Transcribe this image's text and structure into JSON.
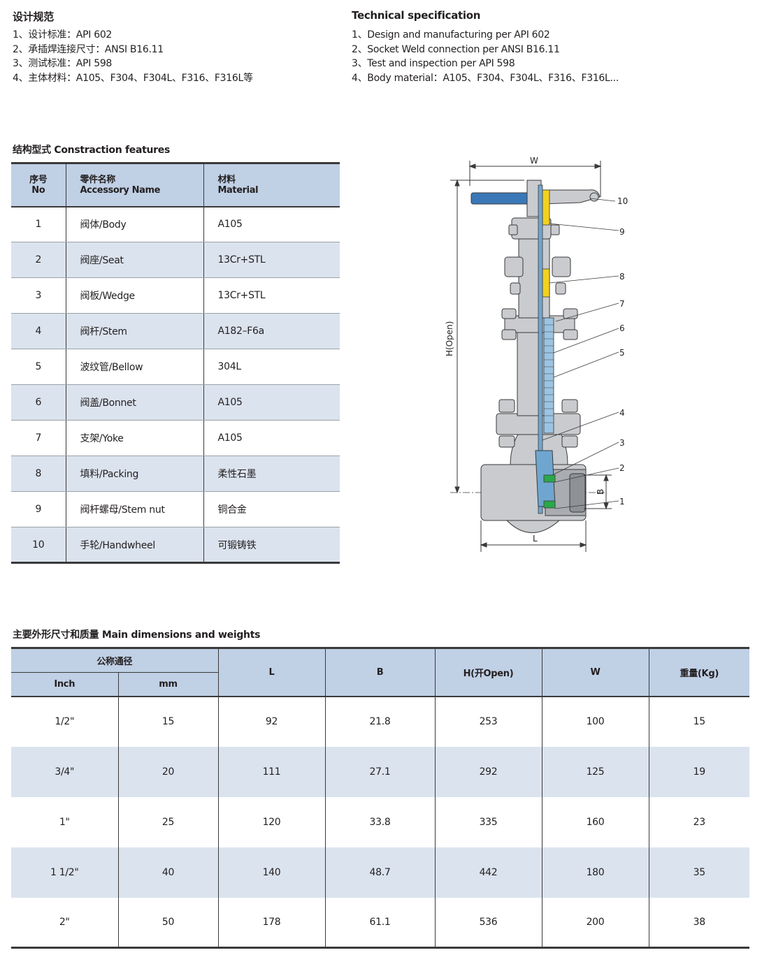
{
  "spec_cn": {
    "title": "设计规范",
    "items": [
      "1、设计标准：API 602",
      "2、承插焊连接尺寸：ANSI B16.11",
      "3、测试标准：API 598",
      "4、主体材料：A105、F304、F304L、F316、F316L等"
    ]
  },
  "spec_en": {
    "title": "Technical specification",
    "items": [
      "1、Design and manufacturing per API 602",
      "2、Socket Weld connection per ANSI B16.11",
      "3、Test and inspection per API 598",
      "4、Body material：A105、F304、F304L、F316、F316L..."
    ]
  },
  "construction": {
    "title": "结构型式  Constraction features",
    "headers": [
      {
        "cn": "序号",
        "en": "No"
      },
      {
        "cn": "零件名称",
        "en": "Accessory Name"
      },
      {
        "cn": "材料",
        "en": "Material"
      }
    ],
    "rows": [
      {
        "no": "1",
        "name": "阀体/Body",
        "material": "A105"
      },
      {
        "no": "2",
        "name": "阀座/Seat",
        "material": "13Cr+STL"
      },
      {
        "no": "3",
        "name": "阀板/Wedge",
        "material": "13Cr+STL"
      },
      {
        "no": "4",
        "name": "阀杆/Stem",
        "material": "A182–F6a"
      },
      {
        "no": "5",
        "name": "波纹管/Bellow",
        "material": "304L"
      },
      {
        "no": "6",
        "name": "阀盖/Bonnet",
        "material": "A105"
      },
      {
        "no": "7",
        "name": "支架/Yoke",
        "material": "A105"
      },
      {
        "no": "8",
        "name": "填料/Packing",
        "material": "柔性石墨"
      },
      {
        "no": "9",
        "name": "阀杆螺母/Stem nut",
        "material": "铜合金"
      },
      {
        "no": "10",
        "name": "手轮/Handwheel",
        "material": "可锻铸铁"
      }
    ]
  },
  "diagram": {
    "labels": {
      "w": "W",
      "h": "H(Open)",
      "l": "L",
      "b": "B"
    },
    "callouts": [
      "10",
      "9",
      "8",
      "7",
      "6",
      "5",
      "4",
      "3",
      "2",
      "1"
    ],
    "colors": {
      "handwheel": "#3a78b8",
      "body": "#c9cbce",
      "bellow": "#6fa6cf",
      "stem_nut": "#f2d21e",
      "seat": "#2aa84a",
      "outline": "#3a3a3a"
    }
  },
  "dimensions": {
    "title": "主要外形尺寸和质量  Main dimensions and weights",
    "group_header": "公称通径",
    "headers": {
      "inch": "Inch",
      "mm": "mm",
      "l": "L",
      "b": "B",
      "h": "H(开Open)",
      "w": "W",
      "weight": "重量(Kg)"
    },
    "rows": [
      {
        "inch": "1/2\"",
        "mm": "15",
        "l": "92",
        "b": "21.8",
        "h": "253",
        "w": "100",
        "weight": "15"
      },
      {
        "inch": "3/4\"",
        "mm": "20",
        "l": "111",
        "b": "27.1",
        "h": "292",
        "w": "125",
        "weight": "19"
      },
      {
        "inch": "1\"",
        "mm": "25",
        "l": "120",
        "b": "33.8",
        "h": "335",
        "w": "160",
        "weight": "23"
      },
      {
        "inch": "1 1/2\"",
        "mm": "40",
        "l": "140",
        "b": "48.7",
        "h": "442",
        "w": "180",
        "weight": "35"
      },
      {
        "inch": "2\"",
        "mm": "50",
        "l": "178",
        "b": "61.1",
        "h": "536",
        "w": "200",
        "weight": "38"
      }
    ]
  }
}
